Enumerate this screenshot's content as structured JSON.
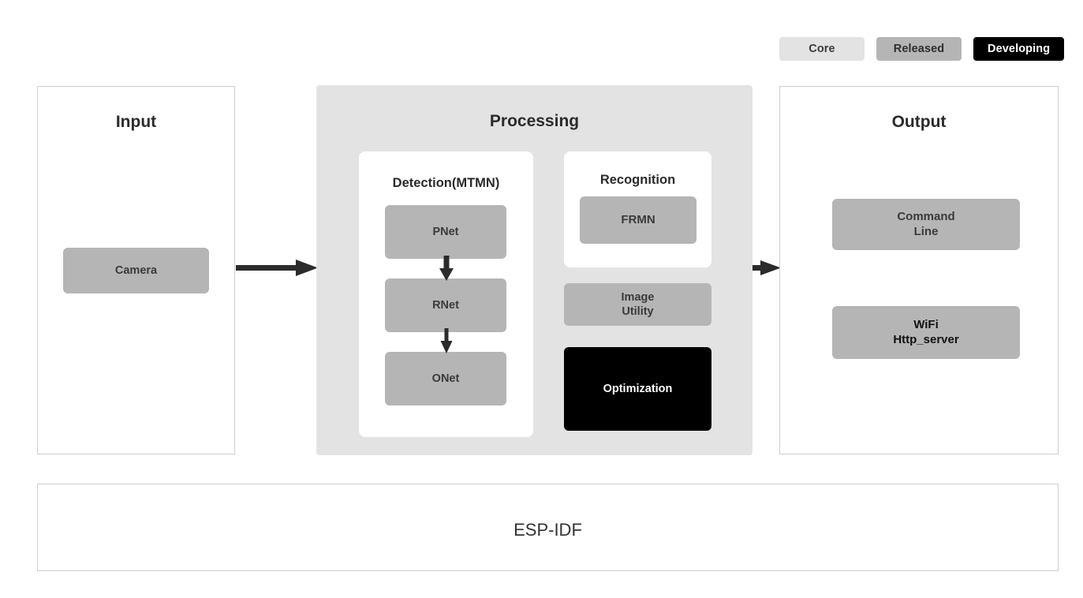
{
  "legend": {
    "items": [
      {
        "label": "Core",
        "color": "#e3e3e3",
        "text_color": "#3b3b3b"
      },
      {
        "label": "Released",
        "color": "#b5b5b5",
        "text_color": "#2e2e2e"
      },
      {
        "label": "Developing",
        "color": "#000000",
        "text_color": "#ffffff"
      }
    ]
  },
  "panels": {
    "input": {
      "title": "Input",
      "nodes": [
        {
          "label": "Camera",
          "status": "Released"
        }
      ]
    },
    "processing": {
      "title": "Processing",
      "groups": [
        {
          "title": "Detection(MTMN)",
          "nodes": [
            {
              "label": "PNet",
              "status": "Released"
            },
            {
              "label": "RNet",
              "status": "Released"
            },
            {
              "label": "ONet",
              "status": "Released"
            }
          ]
        },
        {
          "title": "Recognition",
          "nodes": [
            {
              "label": "FRMN",
              "status": "Released"
            }
          ]
        }
      ],
      "nodes": [
        {
          "label": "Image\nUtility",
          "status": "Released"
        },
        {
          "label": "Optimization",
          "status": "Developing"
        }
      ]
    },
    "output": {
      "title": "Output",
      "nodes": [
        {
          "label": "Command\nLine",
          "status": "Released"
        },
        {
          "label": "WiFi\nHttp_server",
          "status": "Released"
        }
      ]
    },
    "foundation": {
      "title": "ESP-IDF"
    }
  },
  "arrows": [
    {
      "name": "input-to-processing",
      "direction": "right"
    },
    {
      "name": "processing-to-output",
      "direction": "right"
    },
    {
      "name": "pnet-to-rnet",
      "direction": "down"
    },
    {
      "name": "rnet-to-onet",
      "direction": "down"
    }
  ],
  "colors": {
    "core": "#e3e3e3",
    "released": "#b5b5b5",
    "developing": "#000000",
    "panel_border": "#cfcfcf",
    "arrow": "#2b2b2b",
    "background": "#ffffff"
  }
}
